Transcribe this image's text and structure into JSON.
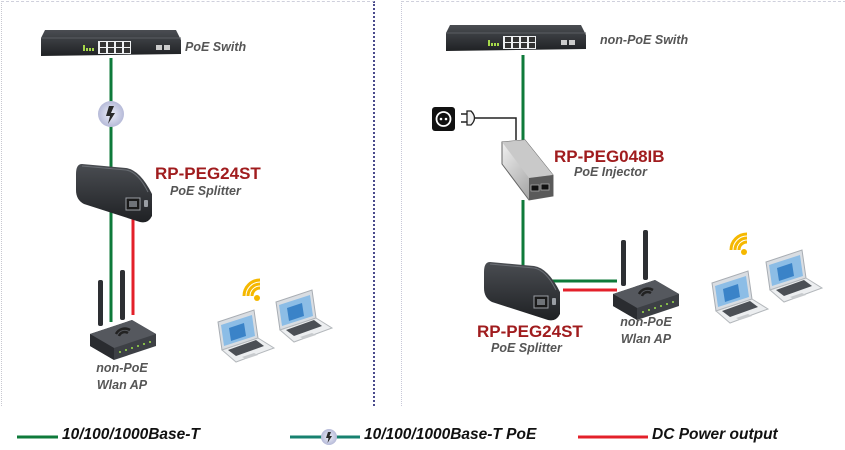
{
  "diagram": {
    "left_panel": {
      "switch_label": "PoE Swith",
      "splitter_model": "RP-PEG24ST",
      "splitter_label": "PoE Splitter",
      "ap_label_line1": "non-PoE",
      "ap_label_line2": "Wlan AP"
    },
    "right_panel": {
      "switch_label": "non-PoE Swith",
      "injector_model": "RP-PEG048IB",
      "injector_label": "PoE Injector",
      "splitter_model": "RP-PEG24ST",
      "splitter_label": "PoE Splitter",
      "ap_label_line1": "non-PoE",
      "ap_label_line2": "Wlan AP"
    },
    "icons": [
      "network-switch-icon",
      "poe-lightning-icon",
      "poe-splitter-icon",
      "wireless-router-icon",
      "laptop-icon",
      "wifi-icon",
      "power-outlet-icon",
      "power-plug-icon",
      "poe-injector-icon"
    ]
  },
  "legend": {
    "items": [
      {
        "label": "10/100/1000Base-T",
        "color": "#0e7a3a"
      },
      {
        "label": "10/100/1000Base-T PoE",
        "color": "#17816f"
      },
      {
        "label": "DC Power output",
        "color": "#e3202a"
      }
    ]
  },
  "colors": {
    "ethernet": "#0e7a3a",
    "poe": "#17816f",
    "dc_power": "#e3202a",
    "model_text": "#a01c1e",
    "label_text": "#555555"
  }
}
